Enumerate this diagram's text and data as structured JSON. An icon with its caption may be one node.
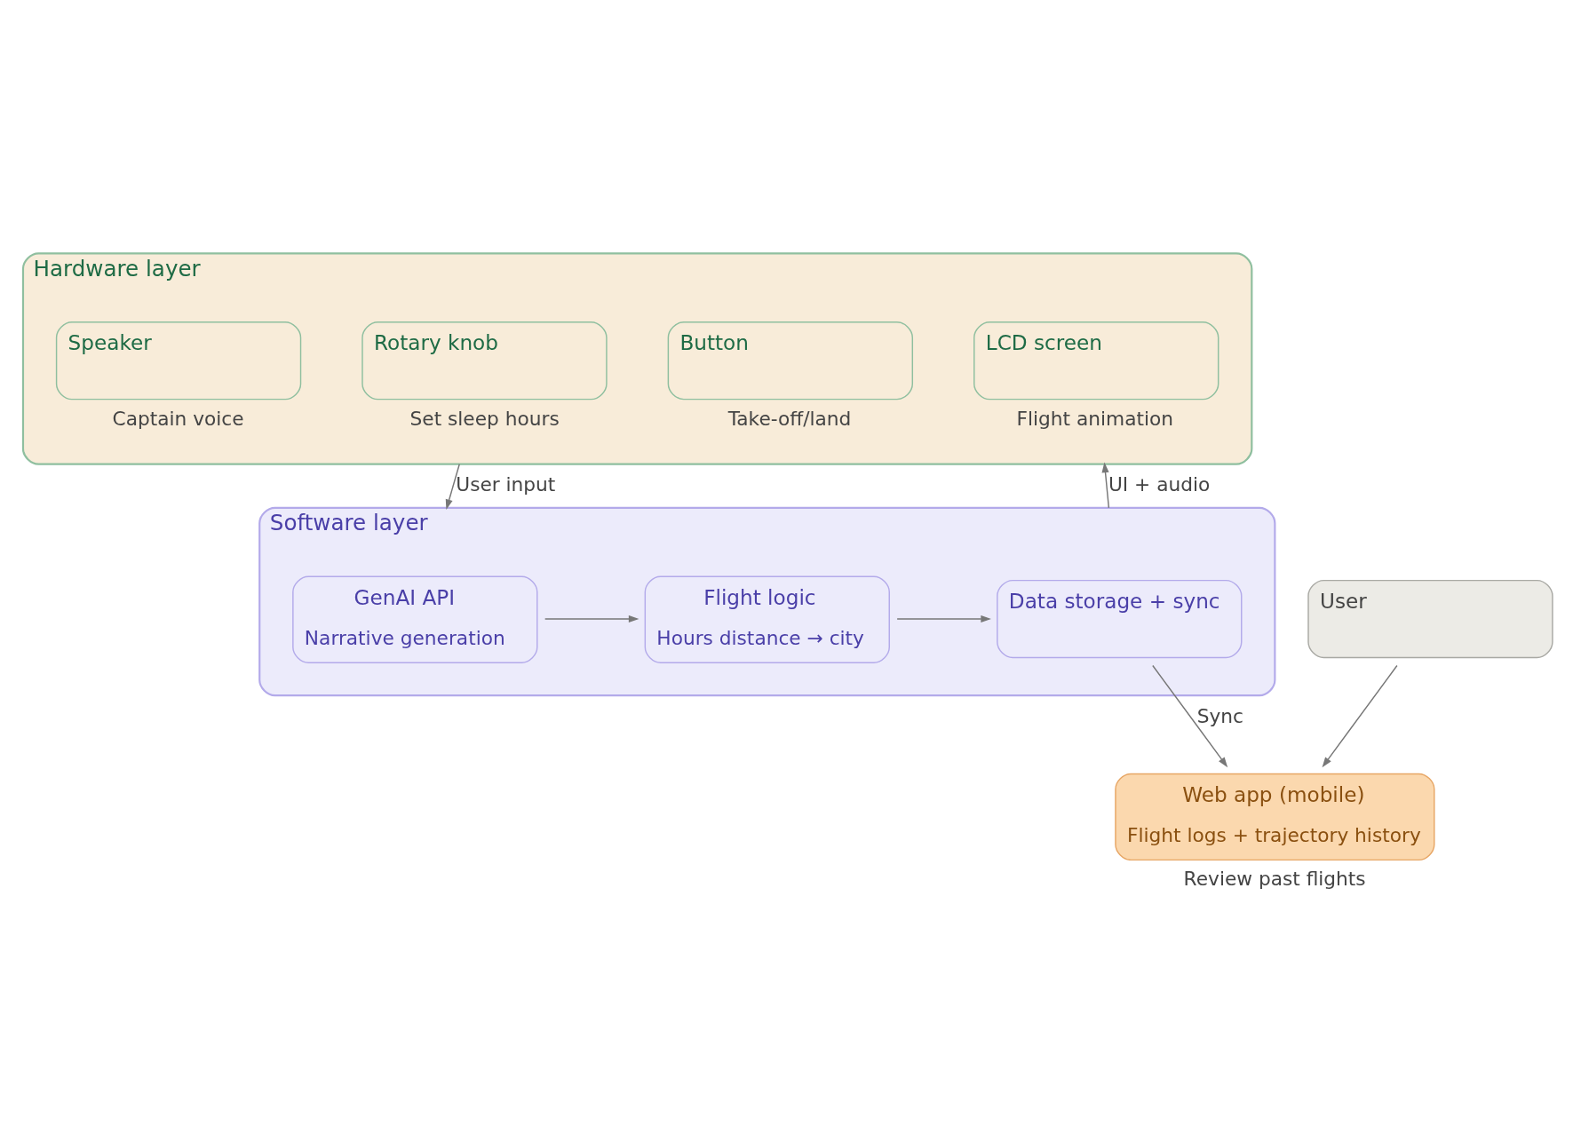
{
  "diagram": {
    "nodes": [
      {
        "text": [
          "Hardware layer"
        ]
      },
      {
        "text": [
          "Rotary knob"
        ],
        "in": 0,
        "beside": [
          "Set sleep hours"
        ]
      },
      {
        "text": [
          "Button"
        ],
        "in": 0,
        "beside": [
          "Take-off/land"
        ]
      },
      {
        "text": [
          "LCD screen"
        ],
        "in": 0,
        "beside": [
          "Flight animation"
        ]
      },
      {
        "text": [
          "Speaker"
        ],
        "in": 0,
        "beside": [
          "Captain voice"
        ]
      },
      {
        "text": [
          "Software layer"
        ]
      },
      {
        "text": [
          "GenAI API",
          "Narrative generation"
        ],
        "in": 5
      },
      {
        "text": [
          "Flight logic",
          "Hours distance → city"
        ],
        "in": 5
      },
      {
        "text": [
          "Data storage + sync"
        ],
        "in": 5
      },
      {
        "text": [
          "User"
        ]
      },
      {
        "text": [
          "Web app (mobile)",
          "Flight logs + trajectory history"
        ],
        "beside": [
          "Review past flights"
        ]
      }
    ],
    "edges": [
      {
        "from": 0,
        "to": 5,
        "arrow": "to",
        "label": "User input"
      },
      {
        "from": 5,
        "to": 0,
        "arrow": "to",
        "label": "UI + audio"
      },
      {
        "from": 6,
        "to": 7,
        "arrow": "to"
      },
      {
        "from": 7,
        "to": 8,
        "arrow": "to"
      },
      {
        "from": 8,
        "to": 10,
        "arrow": "to",
        "label": "Sync"
      },
      {
        "from": 9,
        "to": 10,
        "arrow": "to"
      }
    ]
  }
}
